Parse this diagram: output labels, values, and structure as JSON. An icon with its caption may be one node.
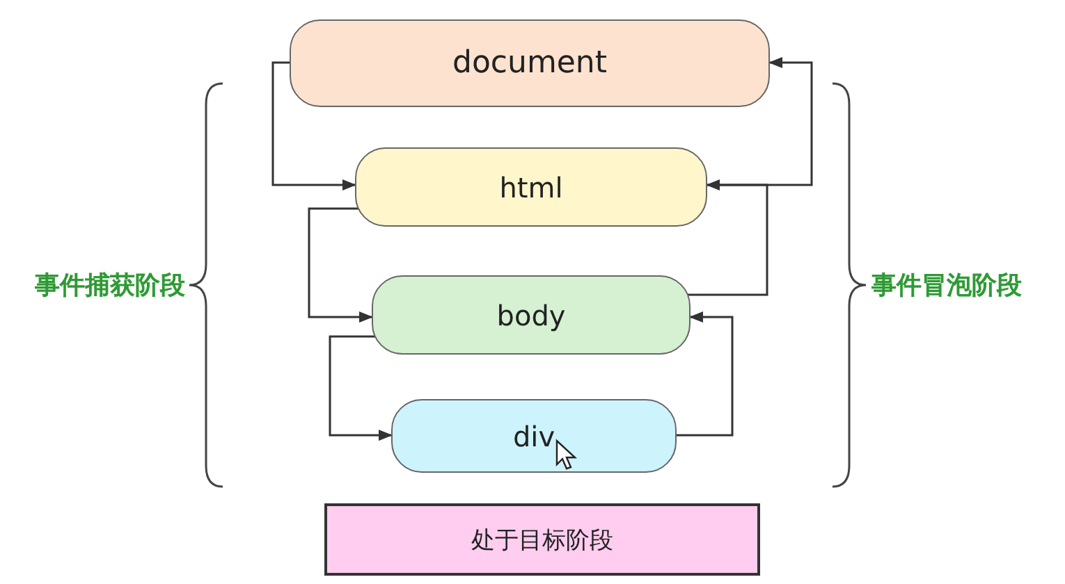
{
  "diagram": {
    "nodes": [
      {
        "text": [
          "document"
        ]
      },
      {
        "text": [
          "html"
        ]
      },
      {
        "text": [
          "body"
        ]
      },
      {
        "text": [
          "div"
        ]
      },
      {
        "text": [
          "处于目标阶段"
        ]
      }
    ],
    "edges": [
      {
        "from": 0,
        "to": 1,
        "arrow": "to"
      },
      {
        "from": 1,
        "to": 2,
        "arrow": "to"
      },
      {
        "from": 2,
        "to": 3,
        "arrow": "to"
      },
      {
        "from": 3,
        "to": 2,
        "arrow": "to"
      },
      {
        "from": 2,
        "to": 1,
        "arrow": "to"
      },
      {
        "from": 1,
        "to": 0,
        "arrow": "to"
      }
    ],
    "labels": [
      "事件捕获阶段",
      "事件冒泡阶段"
    ]
  }
}
